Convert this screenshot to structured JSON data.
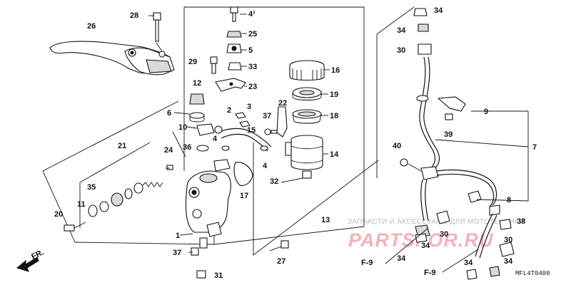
{
  "callouts": {
    "c26": "26",
    "c28": "28",
    "c41": "4¹",
    "c25": "25",
    "c5": "5",
    "c29": "29",
    "c33": "33",
    "c23": "23",
    "c16": "16",
    "c12": "12",
    "c19": "19",
    "c6": "6",
    "c2": "2",
    "c3": "3",
    "c22": "22",
    "c18": "18",
    "c37a": "37",
    "c10": "10",
    "c15": "15",
    "c4a": "4",
    "c14": "14",
    "c36": "36",
    "c4b": "4",
    "c21": "21",
    "c24": "24",
    "c35": "35",
    "c11": "11",
    "c32": "32",
    "c17": "17",
    "c13": "13",
    "c20": "20",
    "c1": "1",
    "c37b": "37",
    "c27": "27",
    "c31": "31",
    "c34a": "34",
    "c34b": "34",
    "c30a": "30",
    "c9": "9",
    "c39": "39",
    "c7": "7",
    "c40": "40",
    "c8": "8",
    "c38": "38",
    "c30b": "30",
    "c30c": "30",
    "c34c": "34",
    "c34d": "34",
    "c34e": "34",
    "c34f": "34"
  },
  "refs": {
    "left": "F-9",
    "right": "F-9"
  },
  "fr_label": "FR.",
  "part_code": "MFL4T0400",
  "watermark": {
    "text": "ЗАПЧАСТИ И АКСЕССУАРЫ ДЛЯ МОТОТЕХНИКИ",
    "logo": "PARTSFOR.RU"
  }
}
